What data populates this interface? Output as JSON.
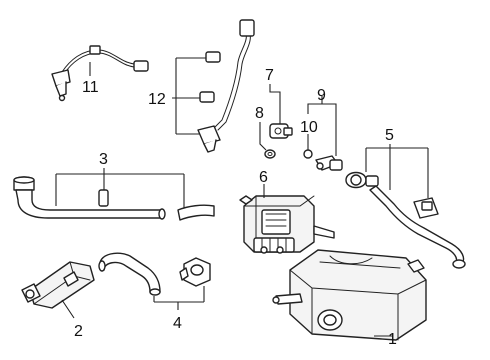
{
  "callouts": {
    "c1": "1",
    "c2": "2",
    "c3": "3",
    "c4": "4",
    "c5": "5",
    "c6": "6",
    "c7": "7",
    "c8": "8",
    "c9": "9",
    "c10": "10",
    "c11": "11",
    "c12": "12"
  },
  "parts": {
    "c1": "muffler",
    "c2": "vapor-canister",
    "c3": "fuel-vapor-hose",
    "c4": "purge-hose-and-valve",
    "c5": "tailpipe-hose-clamps",
    "c6": "evap-canister-assembly",
    "c7": "pressure-sensor",
    "c8": "sensor-seal",
    "c9": "vent-valve",
    "c10": "valve-o-ring",
    "c11": "oxygen-sensor",
    "c12": "connector-harness"
  }
}
